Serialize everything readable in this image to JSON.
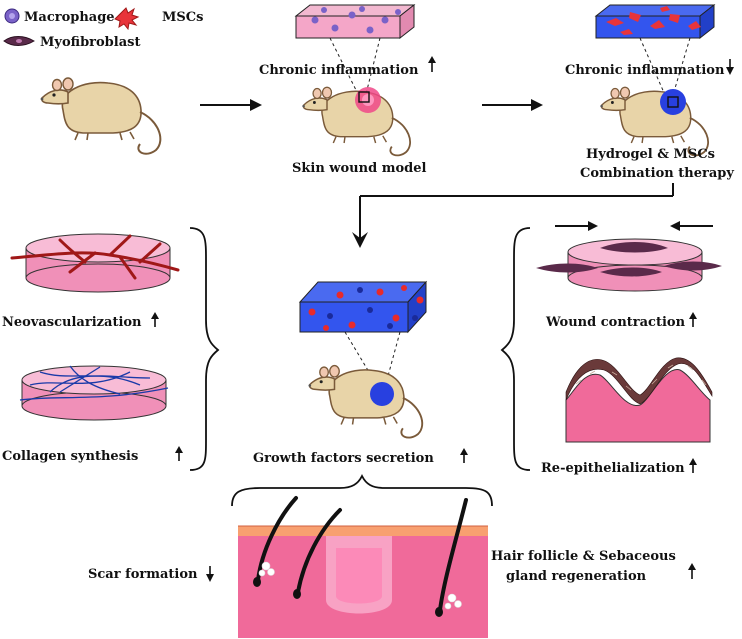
{
  "legend": {
    "macrophage": "Macrophage",
    "mscs": "MSCs",
    "myofibroblast": "Myofibroblast"
  },
  "stages": {
    "inflamed_label": "Chronic inflammation",
    "treated_label": "Chronic inflammation",
    "model_caption": "Skin wound model",
    "therapy_caption_line1": "Hydrogel & MSCs",
    "therapy_caption_line2": "Combination therapy"
  },
  "outcomes": {
    "neovascularization": "Neovascularization",
    "collagen_synthesis": "Collagen synthesis",
    "growth_factors": "Growth factors secretion",
    "wound_contraction": "Wound contraction",
    "re_epithelialization": "Re-epithelialization",
    "scar_formation": "Scar formation",
    "hair_follicle_line1": "Hair follicle & Sebaceous",
    "hair_follicle_line2": "gland regeneration"
  },
  "colors": {
    "skin_pink": "#f4a6c8",
    "hydrogel_blue": "#3355ee",
    "mouse_tan": "#e8d4a8",
    "vessel_red": "#a01818",
    "collagen_blue": "#1a3aa8",
    "mscs_red": "#e8343a",
    "macrophage_purple": "#7a62c8"
  }
}
